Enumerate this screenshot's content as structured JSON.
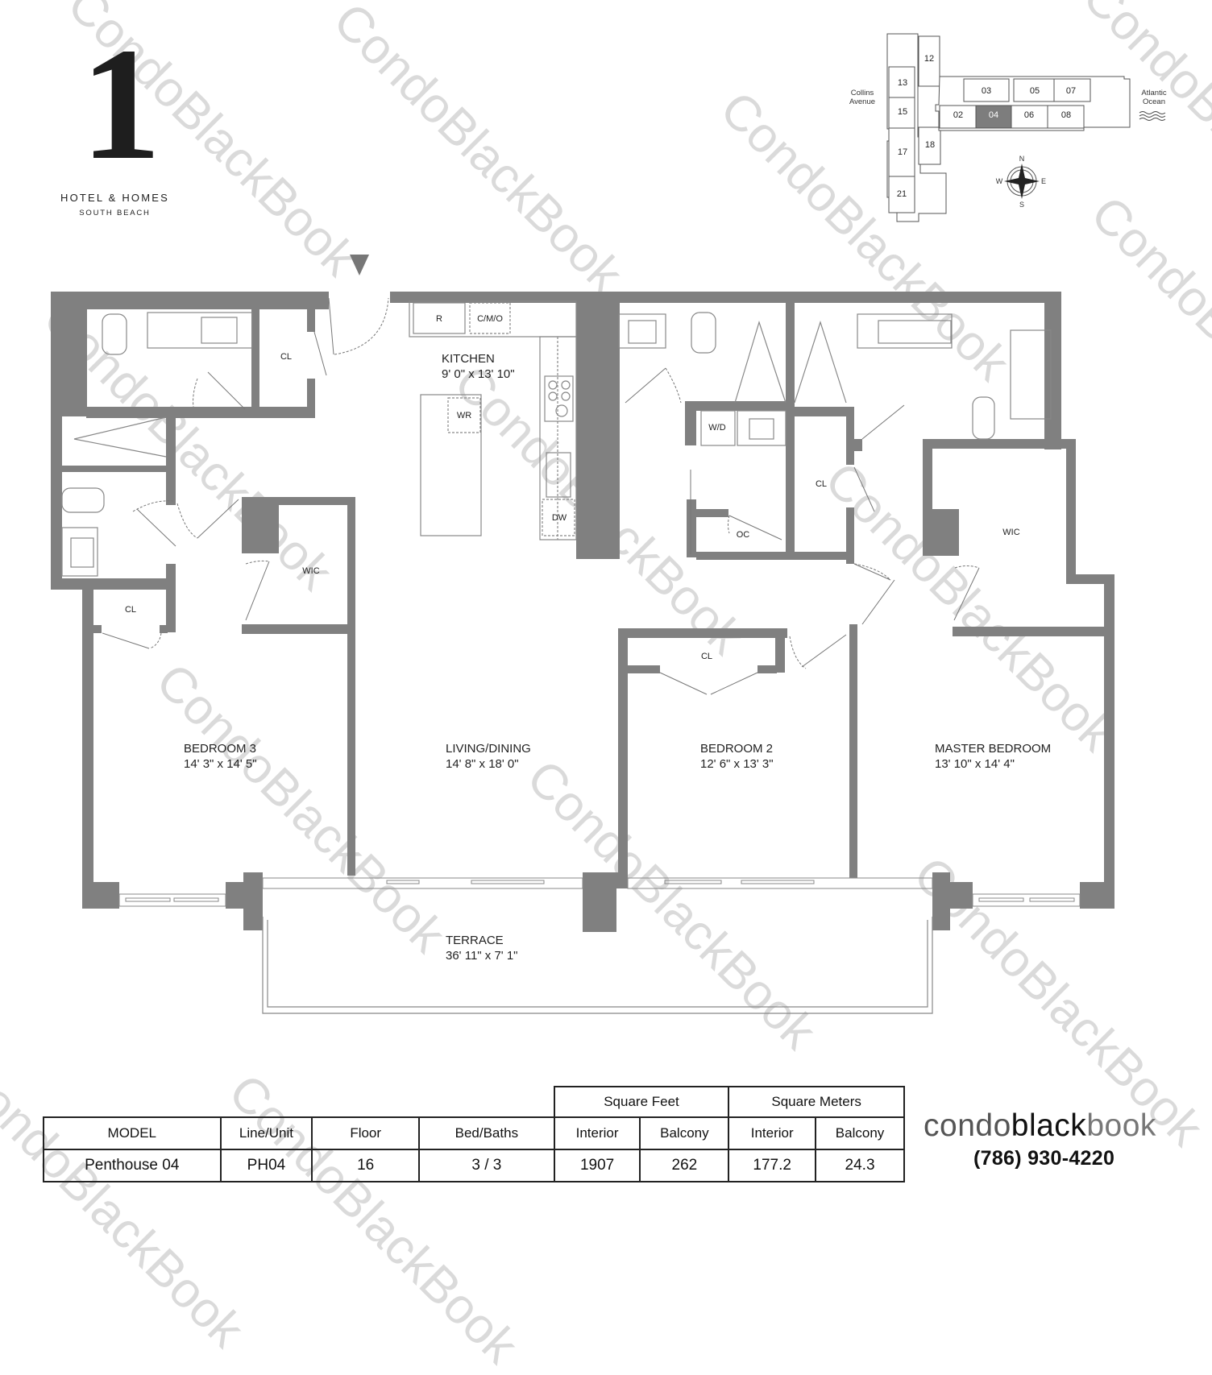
{
  "brand_logo": {
    "numeral": "1",
    "line1": "HOTEL & HOMES",
    "line2": "SOUTH BEACH"
  },
  "key_plan": {
    "left_label": "Collins Avenue",
    "right_label": "Atlantic Ocean",
    "highlighted_unit": "04",
    "highlight_color": "#7d7d7d",
    "units": [
      "12",
      "13",
      "15",
      "17",
      "21",
      "18",
      "02",
      "03",
      "04",
      "05",
      "06",
      "07",
      "08"
    ],
    "compass": {
      "n": "N",
      "s": "S",
      "e": "E",
      "w": "W"
    }
  },
  "floor_plan": {
    "wall_color": "#808080",
    "entry_marker": "entry-arrow",
    "rooms": [
      {
        "name": "KITCHEN",
        "size": "9' 0\" x 13' 10\""
      },
      {
        "name": "BEDROOM 3",
        "size": "14' 3\" x 14' 5\""
      },
      {
        "name": "LIVING/DINING",
        "size": "14' 8\" x 18' 0\""
      },
      {
        "name": "BEDROOM 2",
        "size": "12' 6\" x 13' 3\""
      },
      {
        "name": "MASTER BEDROOM",
        "size": "13' 10\" x 14' 4\""
      },
      {
        "name": "TERRACE",
        "size": "36' 11\" x 7' 1\""
      }
    ],
    "fixtures": {
      "refrigerator": "R",
      "cmo": "C/M/O",
      "wine_refrigerator": "WR",
      "dishwasher": "DW",
      "washer_dryer": "W/D",
      "open_closet": "OC",
      "closet_entry": "CL",
      "closet_bath3": "CL",
      "closet_bedroom3": "CL",
      "closet_hall": "CL",
      "closet_bedroom2": "CL",
      "wic_bedroom3": "WIC",
      "wic_master": "WIC"
    }
  },
  "specs_table": {
    "group_headers": {
      "square_feet": "Square Feet",
      "square_meters": "Square Meters"
    },
    "headers": [
      "MODEL",
      "Line/Unit",
      "Floor",
      "Bed/Baths",
      "Interior",
      "Balcony",
      "Interior",
      "Balcony"
    ],
    "row": [
      "Penthouse 04",
      "PH04",
      "16",
      "3 / 3",
      "1907",
      "262",
      "177.2",
      "24.3"
    ]
  },
  "contact": {
    "brand_part1": "condo",
    "brand_part2": "black",
    "brand_part3": "book",
    "phone": "(786) 930-4220"
  },
  "watermark": "CondoBlackBook"
}
